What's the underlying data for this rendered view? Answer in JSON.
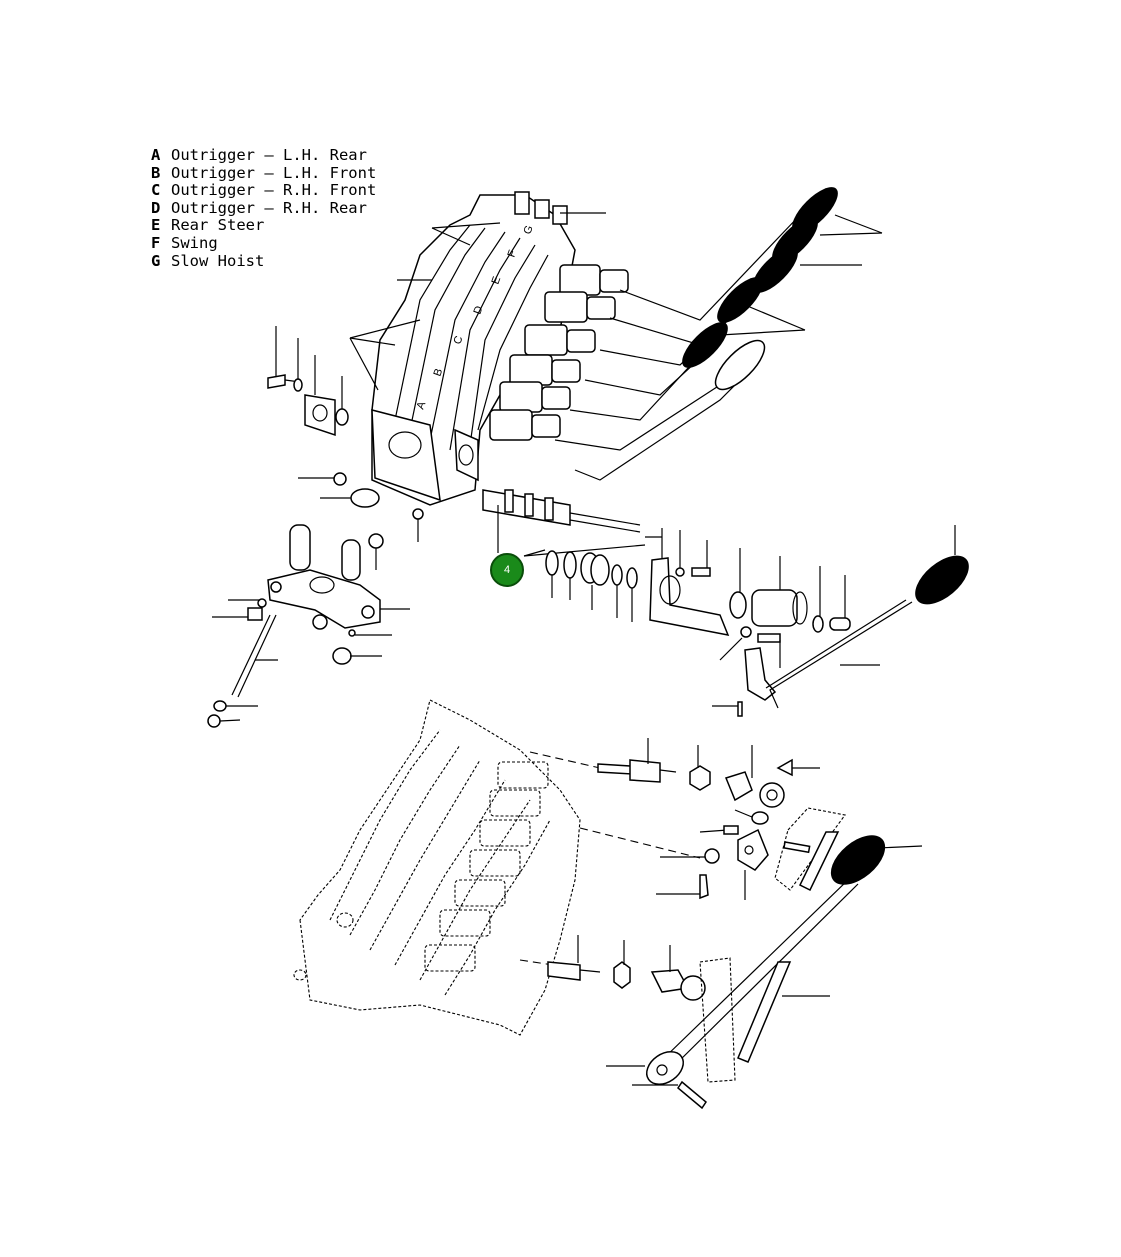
{
  "legend": {
    "items": [
      {
        "key": "A",
        "label": "Outrigger – L.H. Rear"
      },
      {
        "key": "B",
        "label": "Outrigger – L.H. Front"
      },
      {
        "key": "C",
        "label": "Outrigger – R.H. Front"
      },
      {
        "key": "D",
        "label": "Outrigger – R.H. Rear"
      },
      {
        "key": "E",
        "label": "Rear Steer"
      },
      {
        "key": "F",
        "label": "Swing"
      },
      {
        "key": "G",
        "label": "Slow Hoist"
      }
    ]
  },
  "section_letters": [
    "A",
    "B",
    "C",
    "D",
    "E",
    "F",
    "G"
  ],
  "callout": {
    "number": "4",
    "color": "#1a8a1a"
  }
}
